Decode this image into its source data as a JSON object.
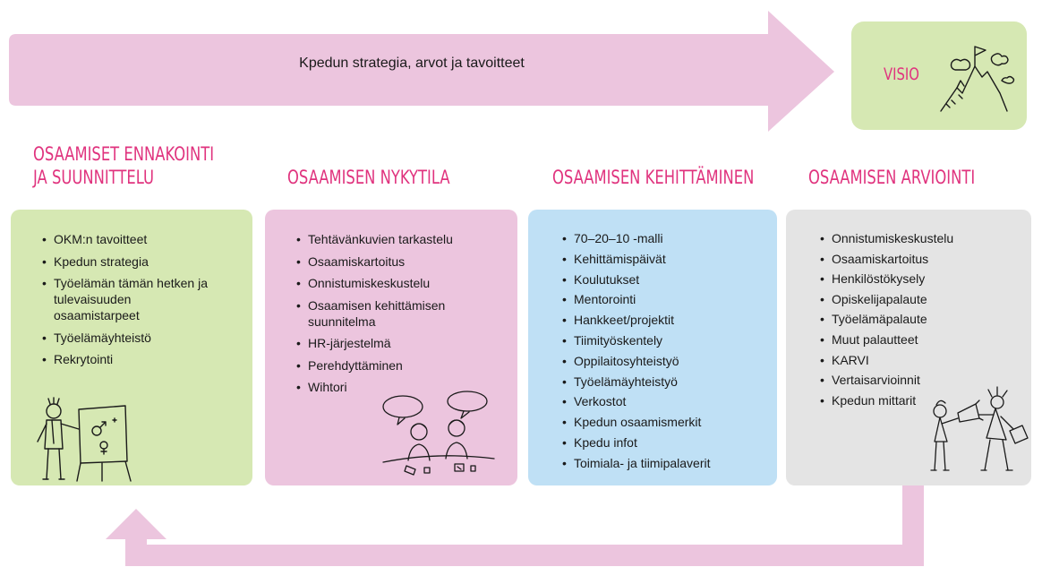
{
  "banner": {
    "text": "Kpedun strategia, arvot ja tavoitteet"
  },
  "vision": {
    "label": "VISIO",
    "icon": "mountain-flag-icon"
  },
  "colors": {
    "banner_fill": "#ecc5de",
    "heading": "#e0337e",
    "vision_fill": "#d6e8b3",
    "card1": "#d6e8b3",
    "card2": "#ecc5de",
    "card3": "#bfe0f5",
    "card4": "#e4e4e4"
  },
  "columns": [
    {
      "heading_line1": "OSAAMISET ENNAKOINTI",
      "heading_line2": "JA SUUNNITTELU",
      "items": [
        "OKM:n tavoitteet",
        "Kpedun strategia",
        "Työelämän tämän hetken ja tulevaisuuden osaamistarpeet",
        "Työelämäyhteistö",
        "Rekrytointi"
      ],
      "icon": "presenter-flipchart-icon"
    },
    {
      "heading_line1": "OSAAMISEN NYKYTILA",
      "items": [
        "Tehtävänkuvien tarkastelu",
        "Osaamiskartoitus",
        "Onnistumiskeskustelu",
        "Osaamisen kehittämisen suunnitelma",
        "HR-järjestelmä",
        "Perehdyttäminen",
        "Wihtori"
      ],
      "icon": "two-people-discussion-icon"
    },
    {
      "heading_line1": "OSAAMISEN KEHITTÄMINEN",
      "items": [
        "70–20–10 -malli",
        "Kehittämispäivät",
        "Koulutukset",
        "Mentorointi",
        "Hankkeet/projektit",
        "Tiimityöskentely",
        "Oppilaitosyhteistyö",
        "Työelämäyhteistyö",
        "Verkostot",
        "Kpedun osaamismerkit",
        "Kpedu infot",
        "Toimiala- ja tiimipalaverit"
      ]
    },
    {
      "heading_line1": "OSAAMISEN ARVIOINTI",
      "items": [
        "Onnistumiskeskustelu",
        "Osaamiskartoitus",
        "Henkilöstökysely",
        "Opiskelijapalaute",
        "Työelämäpalaute",
        "Muut palautteet",
        "KARVI",
        "Vertaisarvioinnit",
        "Kpedun mittarit"
      ],
      "icon": "megaphone-people-icon"
    }
  ]
}
